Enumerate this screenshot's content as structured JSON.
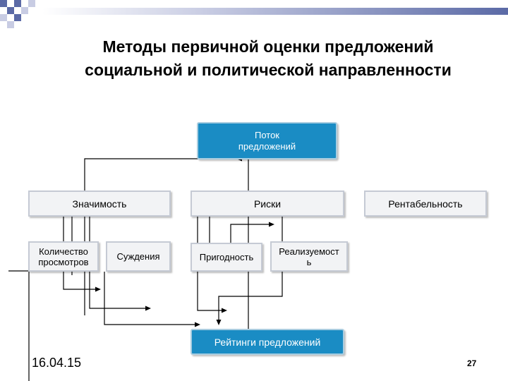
{
  "slide": {
    "title_line1": "Методы первичной оценки предложений",
    "title_line2": "социальной и политической направленности",
    "date": "16.04.15",
    "page_number": "27"
  },
  "diagram": {
    "flow": {
      "line1": "Поток",
      "line2": "предложений"
    },
    "significance": "Значимость",
    "risks": "Риски",
    "profitability": "Рентабельность",
    "views_count": {
      "line1": "Количество",
      "line2": "просмотров"
    },
    "judgments": "Суждения",
    "suitability": "Пригодность",
    "feasibility": {
      "line1": "Реализуемост",
      "line2": "ь"
    },
    "ratings": "Рейтинги предложений"
  },
  "colors": {
    "accent_blue": "#1a8cc4",
    "deco_blue": "#5b6aa6",
    "box_fill": "#f2f3f5",
    "box_border": "#c5cad4"
  }
}
